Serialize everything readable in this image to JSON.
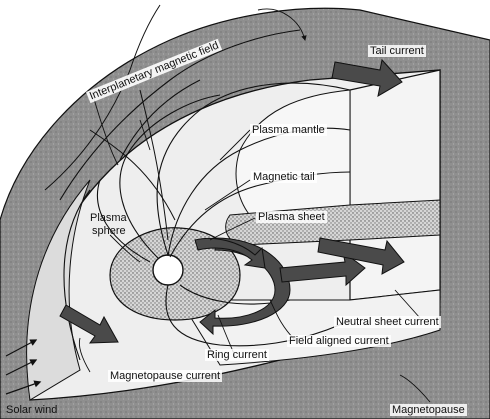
{
  "labels": {
    "interplanetary_field": "Interplanetary magnetic field",
    "tail_current": "Tail current",
    "plasma_mantle": "Plasma mantle",
    "magnetic_tail": "Magnetic tail",
    "plasma_sheet": "Plasma sheet",
    "plasma_sphere_1": "Plasma",
    "plasma_sphere_2": "sphere",
    "neutral_sheet_current": "Neutral sheet current",
    "field_aligned_current": "Field aligned current",
    "ring_current": "Ring current",
    "magnetopause_current": "Magnetopause current",
    "solar_wind": "Solar wind",
    "magnetopause": "Magnetopause"
  },
  "colors": {
    "outer_shell": "#8a8a8a",
    "inner_cavity": "#e9e9e9",
    "plasma_sheet": "#d4d4d4",
    "arrow_fill": "#4a4a4a",
    "line": "#111111"
  }
}
